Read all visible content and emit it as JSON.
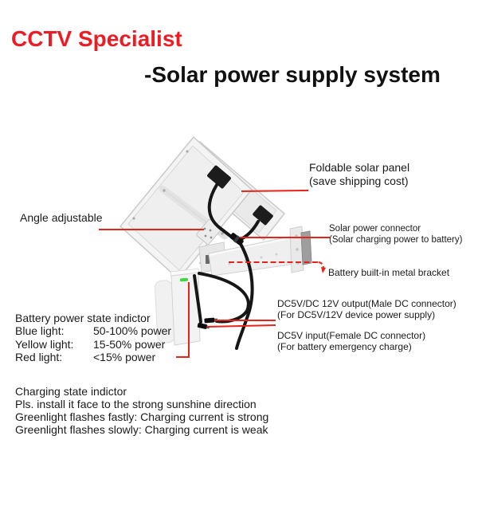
{
  "header": {
    "brand": "CCTV Specialist",
    "title": "-Solar power supply system"
  },
  "annotations": {
    "foldable": {
      "line1": "Foldable solar panel",
      "line2": "(save shipping cost)"
    },
    "angle": {
      "label": "Angle adjustable"
    },
    "solar_connector": {
      "line1": "Solar power connector",
      "line2": "(Solar charging power to battery)"
    },
    "bracket": {
      "label": "Battery built-in metal bracket"
    },
    "dc_output": {
      "line1": "DC5V/DC 12V output(Male DC connector)",
      "line2": "(For DC5V/12V device power supply)"
    },
    "dc_input": {
      "line1": "DC5V input(Female DC connector)",
      "line2": "(For battery emergency charge)"
    },
    "battery_state": {
      "title": "Battery power state indictor",
      "rows": [
        {
          "label": "Blue light:",
          "value": "50-100% power"
        },
        {
          "label": "Yellow light:",
          "value": "15-50% power"
        },
        {
          "label": "Red light:",
          "value": "<15% power"
        }
      ]
    }
  },
  "notes": {
    "title": "Charging state indictor",
    "lines": [
      "Pls. install it face to the strong sunshine direction",
      "Greenlight flashes fastly: Charging current is strong",
      "Greenlight flashes slowly: Charging current is weak"
    ]
  },
  "colors": {
    "brand_red": "#ec1c24",
    "leader_red": "#e8231a",
    "led_green": "#39d839",
    "text_black": "#1a1a1a"
  }
}
